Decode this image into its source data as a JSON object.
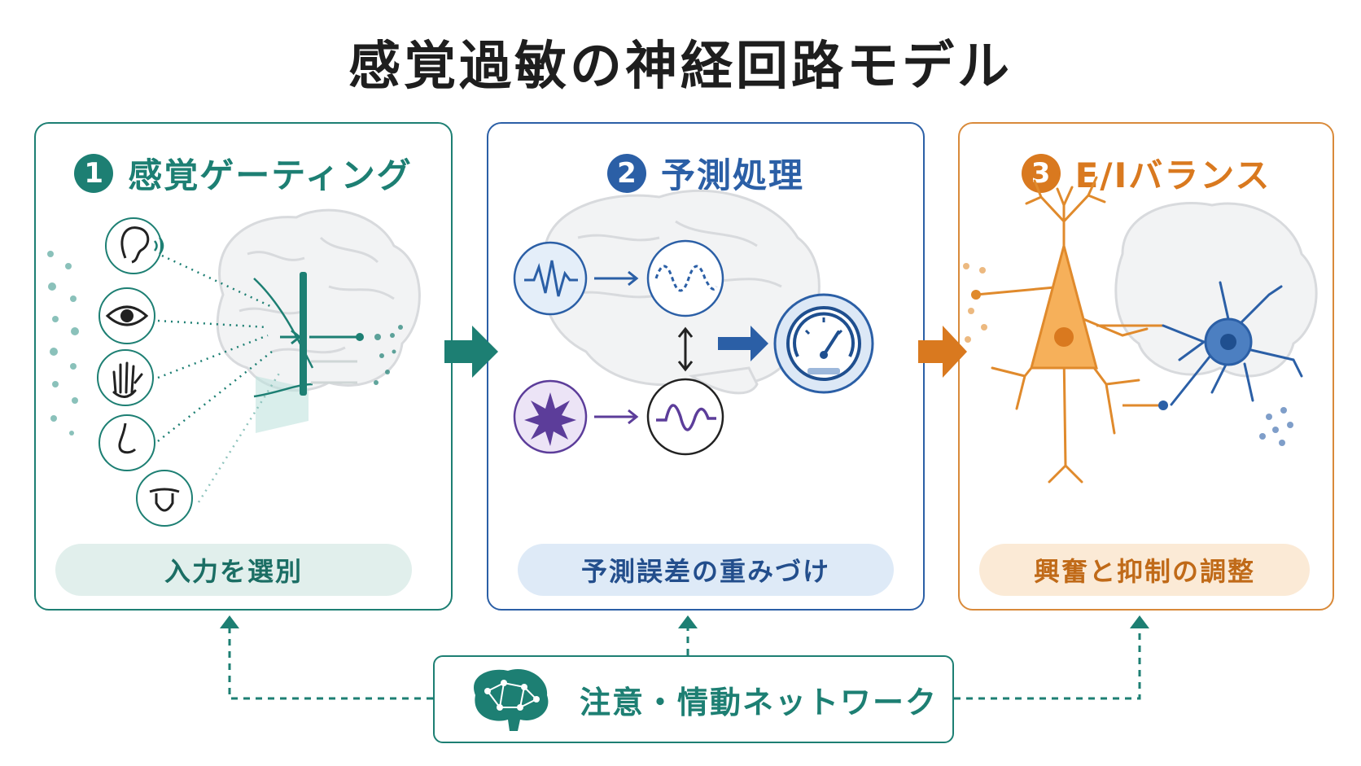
{
  "title": "感覚過敏の神経回路モデル",
  "panels": [
    {
      "number": "1",
      "title": "感覚ゲーティング",
      "caption": "入力を選別"
    },
    {
      "number": "2",
      "title": "予測処理",
      "caption": "予測誤差の重みづけ"
    },
    {
      "number": "3",
      "title": "E/Iバランス",
      "caption": "興奮と抑制の調整"
    }
  ],
  "network": {
    "label": "注意・情動ネットワーク"
  },
  "icons": {
    "senses": [
      "ear-icon",
      "eye-icon",
      "hand-icon",
      "nose-icon",
      "tongue-icon"
    ],
    "prediction": [
      "waveform-icon",
      "predicted-wave-icon",
      "starburst-icon",
      "error-wave-icon",
      "gauge-icon"
    ]
  },
  "colors": {
    "teal": "#1d7f73",
    "blue": "#2b5fa6",
    "orange": "#d9791f",
    "purple": "#5c3d9a"
  }
}
